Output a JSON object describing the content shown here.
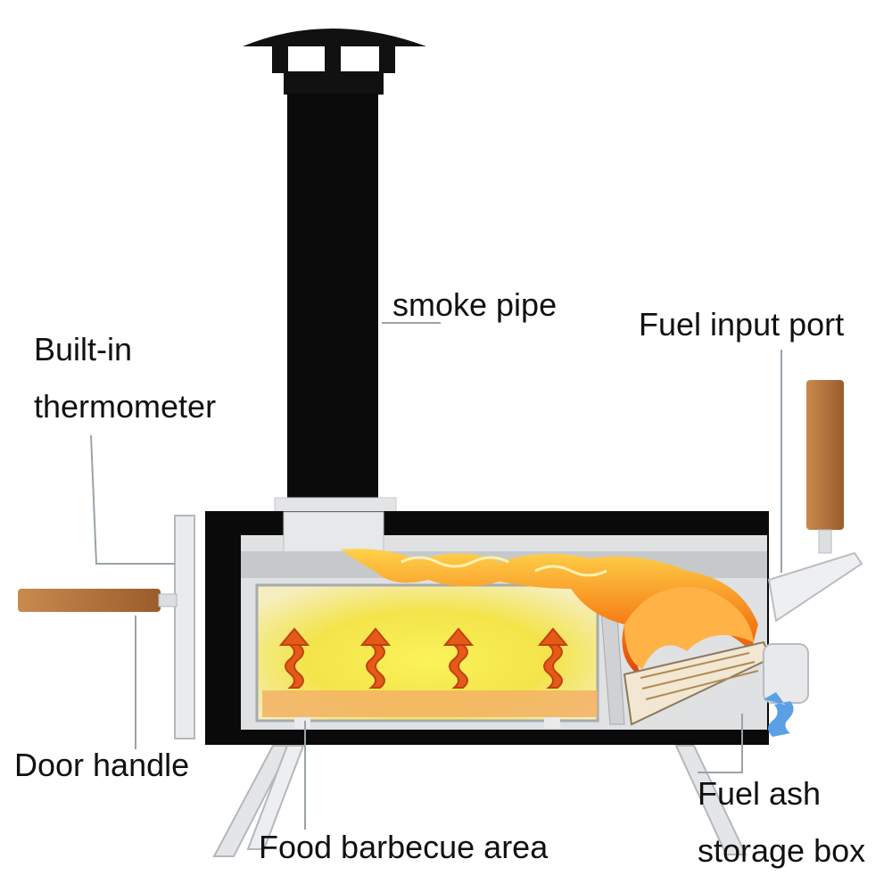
{
  "labels": {
    "smoke_pipe": "smoke pipe",
    "fuel_input_port": "Fuel input port",
    "thermometer_line1": "Built-in",
    "thermometer_line2": "thermometer",
    "door_handle": "Door handle",
    "food_area": "Food barbecue area",
    "ash_box_line1": "Fuel ash",
    "ash_box_line2": "storage box"
  },
  "colors": {
    "body": "#0a0a0a",
    "steel": "#d9dbde",
    "wood": "#b8763f",
    "flame": "#f57a14",
    "heat_glow": "#f3e44a",
    "airflow": "#5aa0e6",
    "leader": "#9aa3aa"
  },
  "icons": {
    "heat_arrows": "wavy-up-arrow-icon",
    "airflow": "air-intake-arrow-icon"
  }
}
